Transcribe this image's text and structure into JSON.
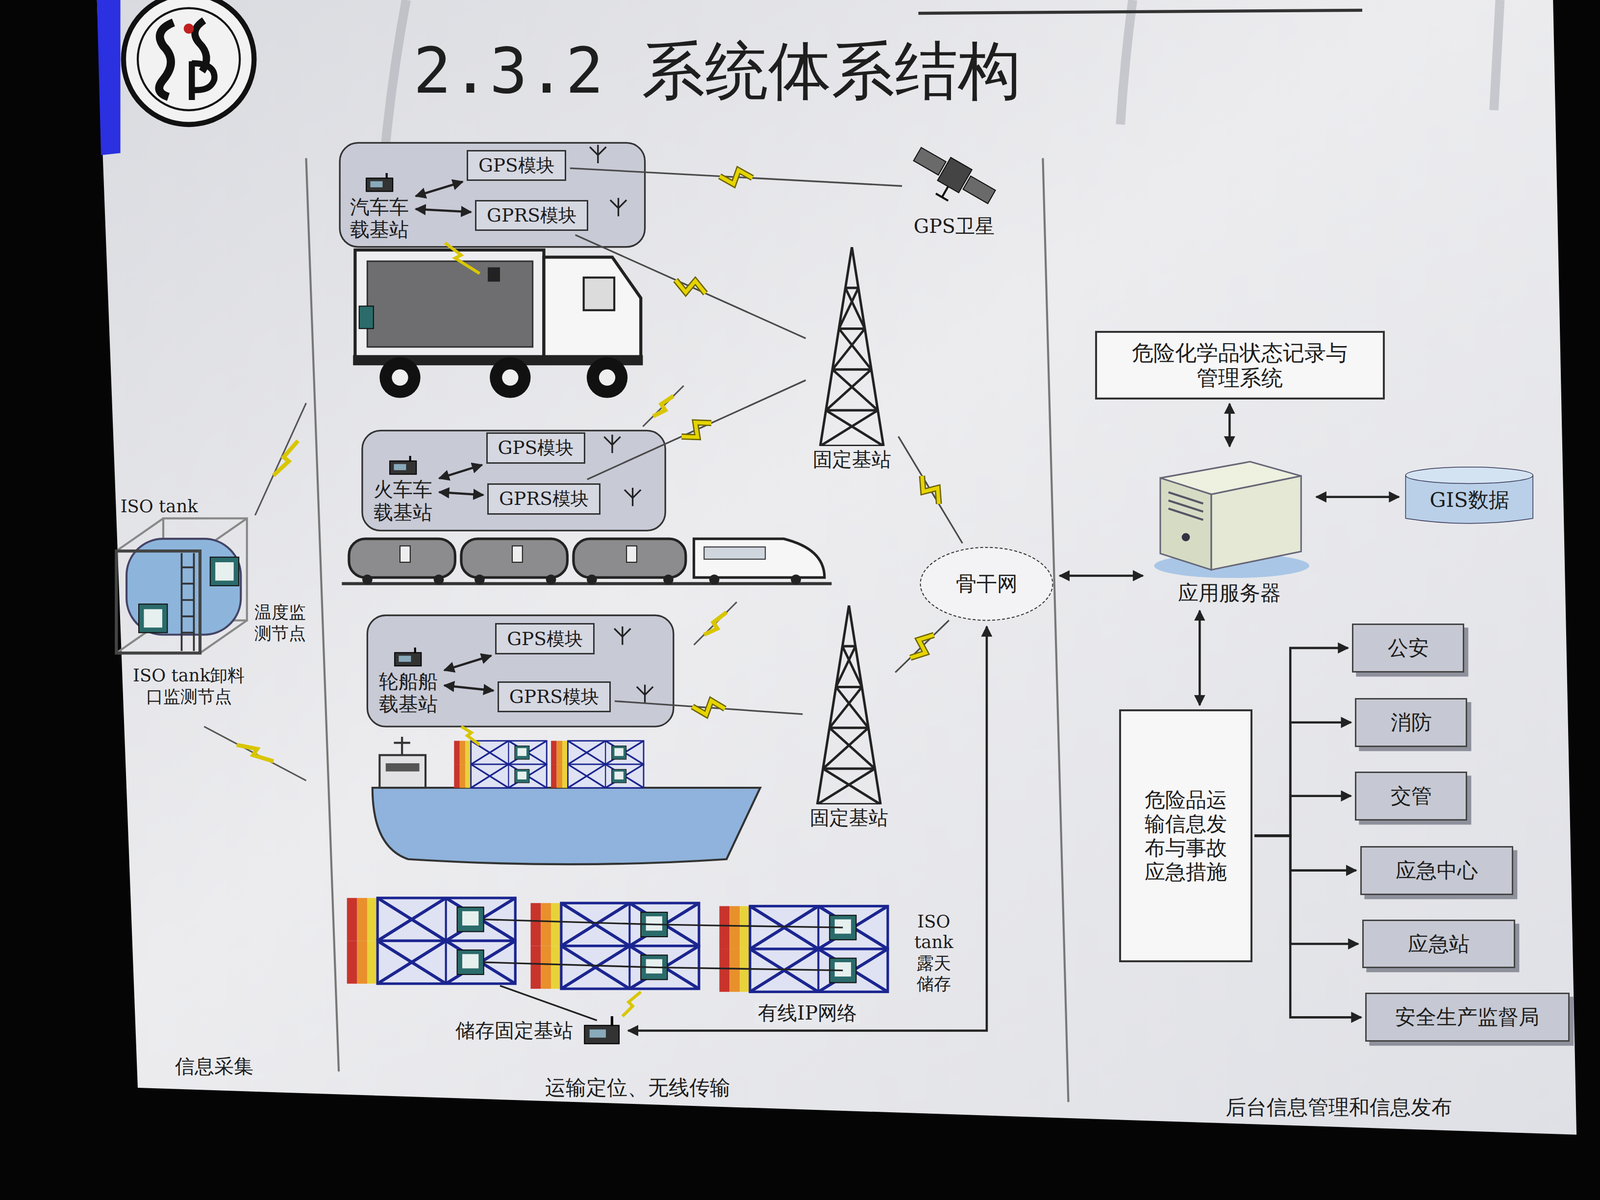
{
  "diagram": {
    "title": "2.3.2 系统体系结构",
    "nodes": [
      {
        "text": [
          "汽车车载基站"
        ]
      },
      {
        "text": [
          "GPS模块"
        ]
      },
      {
        "text": [
          "GPRS模块"
        ]
      },
      {
        "text": [
          "GPS卫星"
        ]
      },
      {
        "text": [
          "固定基站"
        ]
      },
      {
        "text": [
          "危险化学品状态记录与管理系统"
        ]
      },
      {
        "text": [
          "火车车载基站"
        ]
      },
      {
        "text": [
          "GPS模块"
        ]
      },
      {
        "text": [
          "GPRS模块"
        ]
      },
      {
        "text": [
          "应用服务器"
        ]
      },
      {
        "text": [
          "GIS数据"
        ]
      },
      {
        "text": [
          "骨干网"
        ]
      },
      {
        "text": [
          "轮船船载基站"
        ]
      },
      {
        "text": [
          "GPS模块"
        ]
      },
      {
        "text": [
          "GPRS模块"
        ]
      },
      {
        "text": [
          "公安"
        ]
      },
      {
        "text": [
          "消防"
        ]
      },
      {
        "text": [
          "固定基站"
        ]
      },
      {
        "text": [
          "交管"
        ]
      },
      {
        "text": [
          "危险品运输信息发布与事故应急措施"
        ]
      },
      {
        "text": [
          "应急中心"
        ]
      },
      {
        "text": [
          "应急站"
        ]
      },
      {
        "text": [
          "储存固定基站"
        ]
      },
      {
        "text": [
          "安全生产监督局"
        ]
      }
    ],
    "edges": [
      {
        "from": 0,
        "to": 1,
        "arrow": "both"
      },
      {
        "from": 0,
        "to": 2,
        "arrow": "both"
      },
      {
        "from": 1,
        "to": 3,
        "arrow": "none"
      },
      {
        "from": 2,
        "to": 4,
        "arrow": "none"
      },
      {
        "from": 6,
        "to": 7,
        "arrow": "both"
      },
      {
        "from": 6,
        "to": 8,
        "arrow": "both"
      },
      {
        "from": 8,
        "to": 4,
        "arrow": "none"
      },
      {
        "from": 12,
        "to": 13,
        "arrow": "both"
      },
      {
        "from": 12,
        "to": 14,
        "arrow": "both"
      },
      {
        "from": 14,
        "to": 17,
        "arrow": "none"
      },
      {
        "from": 4,
        "to": 11,
        "arrow": "none"
      },
      {
        "from": 17,
        "to": 11,
        "arrow": "none"
      },
      {
        "from": 11,
        "to": 9,
        "arrow": "both"
      },
      {
        "from": 9,
        "to": 5,
        "arrow": "both"
      },
      {
        "from": 9,
        "to": 10,
        "arrow": "both"
      },
      {
        "from": 9,
        "to": 19,
        "arrow": "both"
      },
      {
        "from": 19,
        "to": 15,
        "arrow": "to"
      },
      {
        "from": 19,
        "to": 16,
        "arrow": "to"
      },
      {
        "from": 19,
        "to": 18,
        "arrow": "to"
      },
      {
        "from": 19,
        "to": 20,
        "arrow": "to"
      },
      {
        "from": 19,
        "to": 21,
        "arrow": "to"
      },
      {
        "from": 19,
        "to": 23,
        "arrow": "to"
      },
      {
        "from": 22,
        "to": 11,
        "arrow": "both",
        "label": "有线IP网络"
      }
    ],
    "labels": [
      "ISO tank",
      "温度监测节点",
      "ISO tank卸料口监测节点",
      "ISO tank 露天储存",
      "信息采集",
      "运输定位、无线传输",
      "后台信息管理和信息发布"
    ]
  }
}
